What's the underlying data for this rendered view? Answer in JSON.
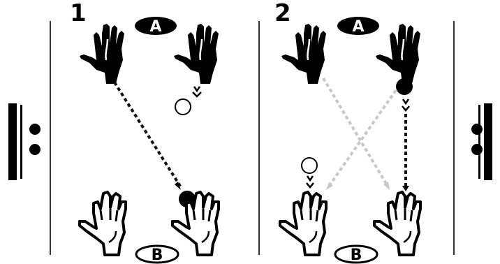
{
  "panels": [
    {
      "number": "1",
      "label_top": "A",
      "label_bottom": "B"
    },
    {
      "number": "2",
      "label_top": "A",
      "label_bottom": "B"
    }
  ],
  "colors": {
    "ink": "#000000",
    "paper": "#ffffff",
    "pass_active": "#111111",
    "pass_faded": "#c8c8c8",
    "divider": "#333333"
  },
  "icons": {
    "top_hands": "hand-icon",
    "bottom_hands": "hand-outline-icon",
    "ball_solid": "ball-icon",
    "ball_outline": "ball-outline-icon",
    "side_marker": "side-marker-icon"
  }
}
